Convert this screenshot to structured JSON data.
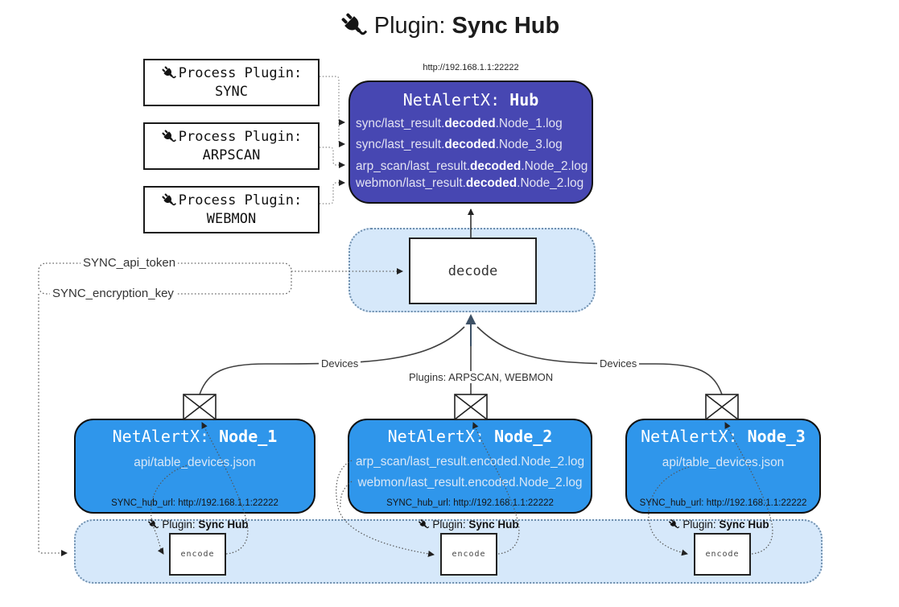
{
  "colors": {
    "hub_fill": "#4747b2",
    "node_fill": "#2f96eb",
    "panel_fill": "#d6e8fa",
    "panel_border": "#6f8fae",
    "outline": "#111111",
    "arrow_dark": "#3d5166"
  },
  "title": {
    "prefix": "Plugin: ",
    "bold": "Sync Hub"
  },
  "process_plugins": [
    {
      "label": "Process Plugin:",
      "name": "SYNC"
    },
    {
      "label": "Process Plugin:",
      "name": "ARPSCAN"
    },
    {
      "label": "Process Plugin:",
      "name": "WEBMON"
    }
  ],
  "hub": {
    "url": "http://192.168.1.1:22222",
    "title_prefix": "NetAlertX: ",
    "title_bold": "Hub",
    "log_lines": [
      {
        "pre": "sync/last_result.",
        "bold": "decoded",
        "post": ".Node_1.log"
      },
      {
        "pre": "sync/last_result.",
        "bold": "decoded",
        "post": ".Node_3.log"
      },
      {
        "pre": "arp_scan/last_result.",
        "bold": "decoded",
        "post": ".Node_2.log"
      },
      {
        "pre": "webmon/last_result.",
        "bold": "decoded",
        "post": ".Node_2.log"
      }
    ]
  },
  "decode": {
    "label": "decode"
  },
  "secrets": {
    "api_token": "SYNC_api_token",
    "encryption_key": "SYNC_encryption_key"
  },
  "edges": {
    "devices_left": "Devices",
    "plugins_mid": "Plugins: ARPSCAN, WEBMON",
    "devices_right": "Devices"
  },
  "nodes": [
    {
      "title_prefix": "NetAlertX: ",
      "title_bold": "Node_1",
      "files": [
        "api/table_devices.json"
      ],
      "hub_url": "SYNC_hub_url: http://192.168.1.1:22222"
    },
    {
      "title_prefix": "NetAlertX: ",
      "title_bold": "Node_2",
      "files": [
        "arp_scan/last_result.encoded.Node_2.log",
        "webmon/last_result.encoded.Node_2.log"
      ],
      "hub_url": "SYNC_hub_url: http://192.168.1.1:22222"
    },
    {
      "title_prefix": "NetAlertX: ",
      "title_bold": "Node_3",
      "files": [
        "api/table_devices.json"
      ],
      "hub_url": "SYNC_hub_url: http://192.168.1.1:22222"
    }
  ],
  "band": {
    "label_prefix": "Plugin: ",
    "label_bold": "Sync Hub",
    "encode_label": "encode"
  }
}
